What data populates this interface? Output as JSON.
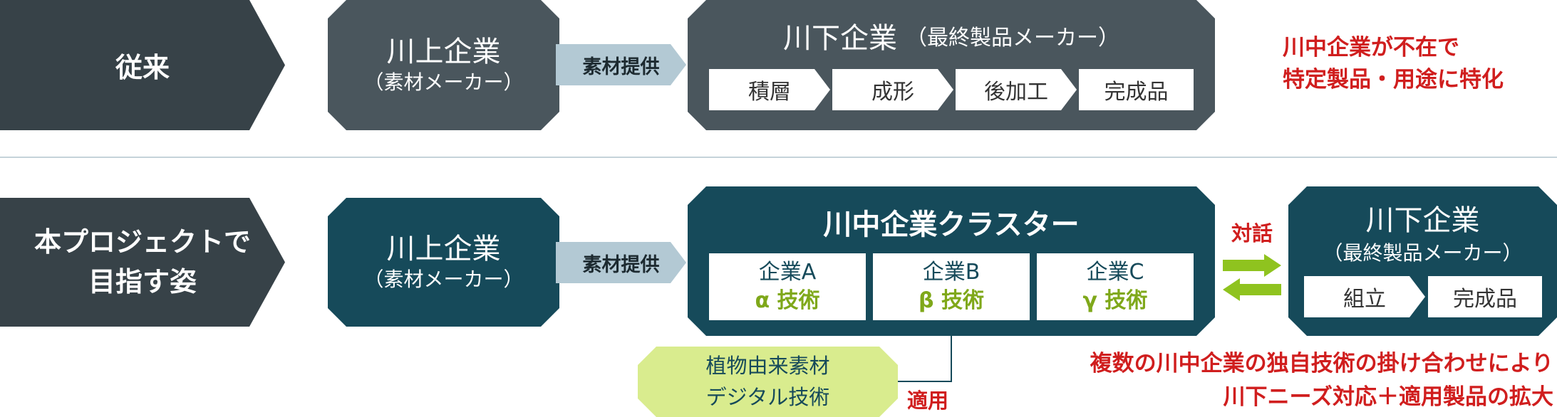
{
  "row_conventional": {
    "label": "従来",
    "upstream": {
      "title": "川上企業",
      "subtitle": "（素材メーカー）"
    },
    "supply_label": "素材提供",
    "downstream": {
      "title": "川下企業",
      "subtitle": "（最終製品メーカー）",
      "steps": [
        "積層",
        "成形",
        "後加工",
        "完成品"
      ]
    },
    "note": [
      "川中企業が不在で",
      "特定製品・用途に特化"
    ]
  },
  "row_project": {
    "label": [
      "本プロジェクトで",
      "目指す姿"
    ],
    "upstream": {
      "title": "川上企業",
      "subtitle": "（素材メーカー）"
    },
    "supply_label": "素材提供",
    "cluster": {
      "title": "川中企業クラスター",
      "companies": [
        {
          "name": "企業A",
          "tech": "α 技術"
        },
        {
          "name": "企業B",
          "tech": "β 技術"
        },
        {
          "name": "企業C",
          "tech": "γ 技術"
        }
      ]
    },
    "dialogue_label": "対話",
    "downstream": {
      "title": "川下企業",
      "subtitle": "（最終製品メーカー）",
      "steps": [
        "組立",
        "完成品"
      ]
    },
    "plant_box": [
      "植物由来素材",
      "デジタル技術"
    ],
    "apply_label": "適用",
    "note": [
      "複数の川中企業の独自技術の掛け合わせにより",
      "川下ニーズ対応＋適用製品の拡大"
    ]
  },
  "colors": {
    "label_bg": "#374248",
    "upstream_grey": "#4a565d",
    "teal": "#164a5a",
    "arrow_light": "#b3c9d4",
    "tech_green": "#7fa81a",
    "note_red": "#d01e1e",
    "plant_bg": "#d9ec8e",
    "dialogue_arrow": "#8fc31f"
  }
}
